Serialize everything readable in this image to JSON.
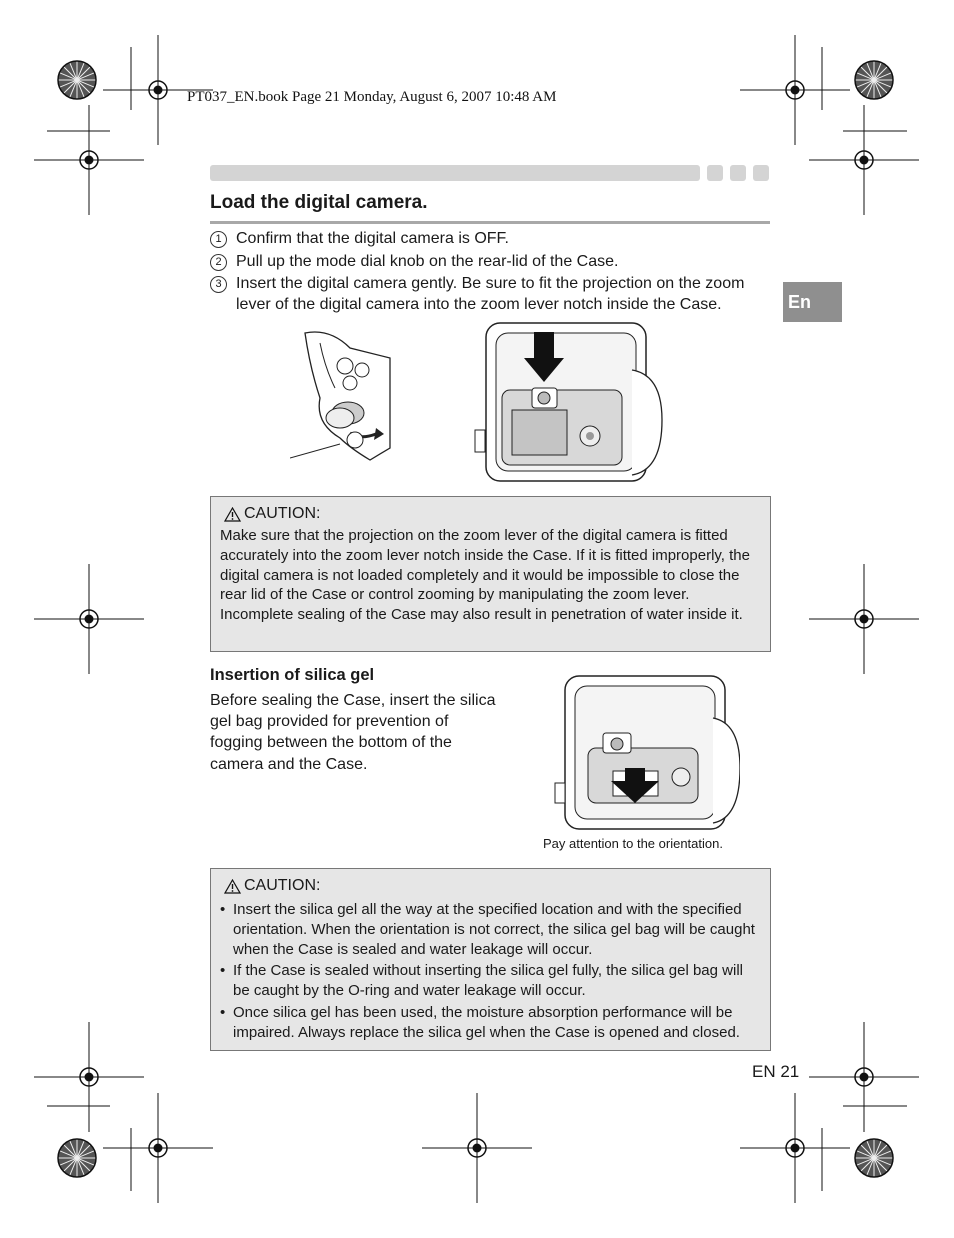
{
  "header": {
    "print_line": "PT037_EN.book  Page 21  Monday, August 6, 2007  10:48 AM"
  },
  "language_tab": "En",
  "section": {
    "title": "Load the digital camera.",
    "steps": [
      {
        "number": "1",
        "text": "Confirm that the digital camera is OFF."
      },
      {
        "number": "2",
        "text": "Pull up the mode dial knob on the rear-lid of the Case."
      },
      {
        "number": "3",
        "text": "Insert the digital camera gently. Be sure to fit the projection on the zoom lever of the digital camera into the zoom lever notch inside the Case."
      }
    ]
  },
  "caution_1": {
    "label": "CAUTION:",
    "text": "Make sure that the projection on the zoom lever of the digital camera is fitted accurately into the zoom lever notch inside the Case. If it is fitted improperly, the digital camera is not loaded completely and it would be impossible to close the rear lid of the Case or control zooming by manipulating the zoom lever. Incomplete sealing of the Case may also result in penetration of water inside it."
  },
  "silica": {
    "title": "Insertion of silica gel",
    "text": "Before sealing the Case, insert the silica gel bag provided for prevention of fogging between the bottom of the camera and the Case.",
    "caption": "Pay attention to the orientation."
  },
  "caution_2": {
    "label": "CAUTION:",
    "bullets": [
      "Insert the silica gel all the way at the specified location and with the specified orientation. When the orientation is not correct, the silica gel bag will be caught when the Case is sealed and water leakage will occur.",
      "If the Case is sealed without inserting the silica gel fully, the silica gel bag will be caught by the O-ring and water leakage will occur.",
      "Once silica gel has been used, the moisture absorption performance will be impaired. Always replace the silica gel when the Case is opened and closed."
    ]
  },
  "footer": {
    "page_number": "EN 21"
  },
  "colors": {
    "bar_gray": "#d4d4d4",
    "tab_gray": "#8f8f8f",
    "caution_bg": "#e6e6e6",
    "rule_gray": "#a8a8a8"
  }
}
